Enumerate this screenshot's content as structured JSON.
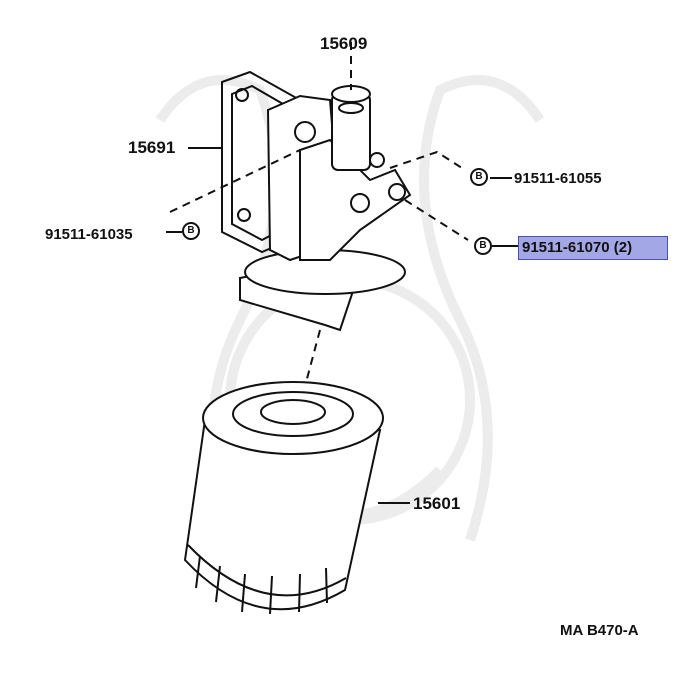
{
  "parts": {
    "oil_filter_bracket": "15609",
    "gasket": "15691",
    "bolt_left": "91511-61035",
    "bolt_upper_right": "91511-61055",
    "bolt_lower_right": "91511-61070 (2)",
    "oil_filter": "15601"
  },
  "badge_letter": "B",
  "diagram_code": "MA B470-A",
  "colors": {
    "highlight": "#a4a7e6",
    "highlight_border": "#4b4fb0",
    "line": "#111111"
  }
}
